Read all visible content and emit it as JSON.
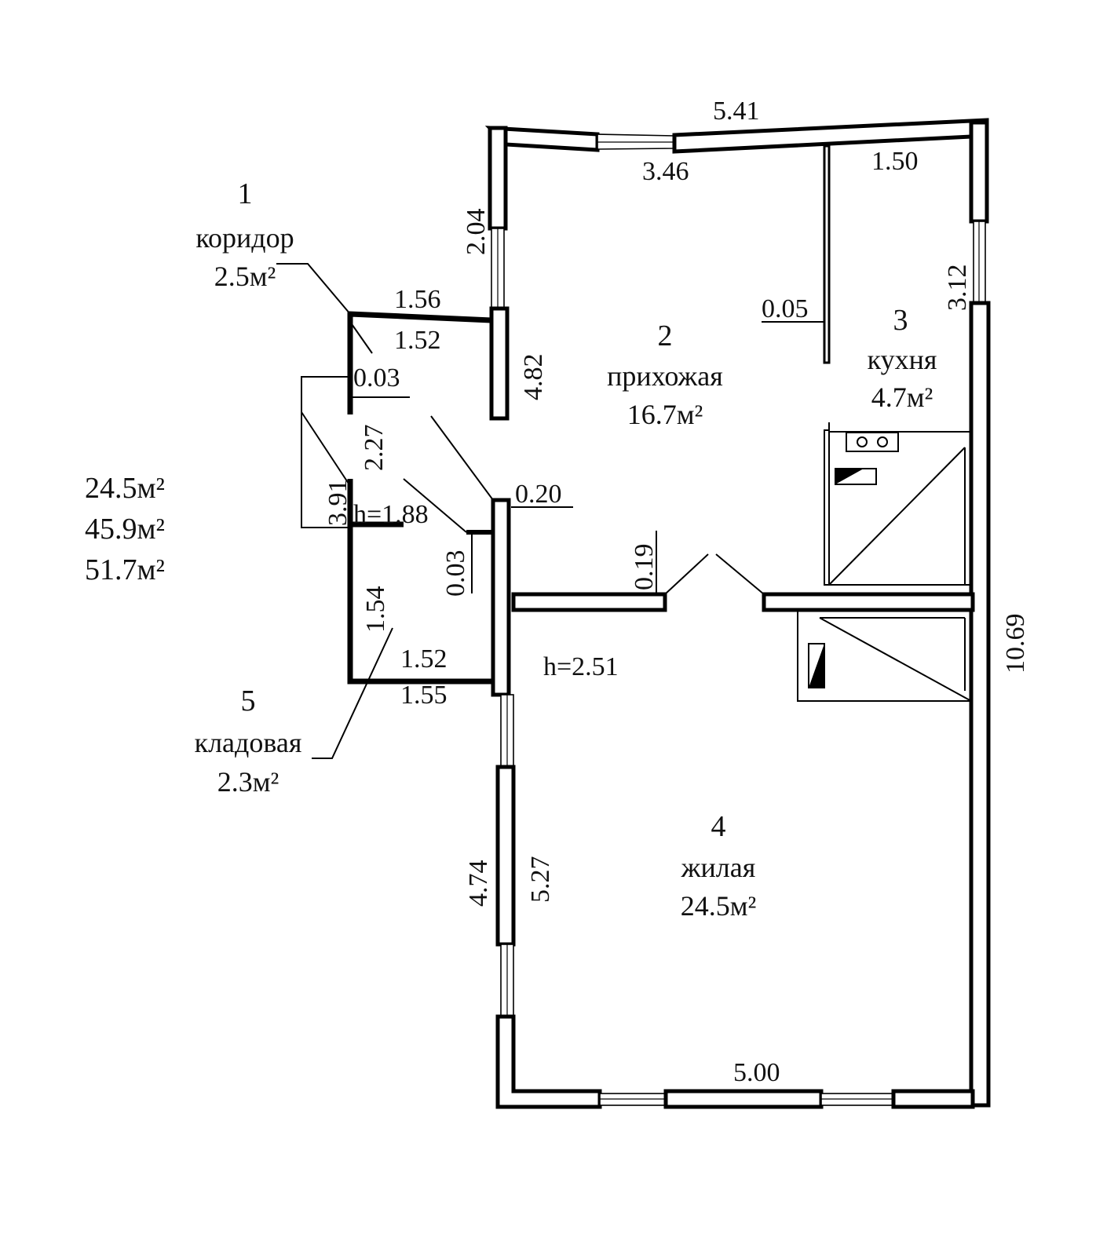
{
  "rooms": [
    {
      "num": "1",
      "name": "коридор",
      "area": "2.5м²"
    },
    {
      "num": "2",
      "name": "прихожая",
      "area": "16.7м²"
    },
    {
      "num": "3",
      "name": "кухня",
      "area": "4.7м²"
    },
    {
      "num": "4",
      "name": "жилая",
      "area": "24.5м²"
    },
    {
      "num": "5",
      "name": "кладовая",
      "area": "2.3м²"
    }
  ],
  "summary": [
    "24.5м²",
    "45.9м²",
    "51.7м²"
  ],
  "heights": [
    "h=1.88",
    "h=2.51"
  ],
  "dims": {
    "top_outer": "5.41",
    "hall_width": "3.46",
    "kitchen_width": "1.50",
    "hall_left_upper": "2.04",
    "right_upper": "3.12",
    "partition": "0.05",
    "corridor_outer": "1.56",
    "corridor_inner": "1.52",
    "hall_left": "4.82",
    "corridor_thk": "0.03",
    "corridor_len": "2.27",
    "side_outer": "3.91",
    "wall_020": "0.20",
    "wall_003b": "0.03",
    "wall_019": "0.19",
    "storage_len": "1.54",
    "storage_in": "1.52",
    "storage_out": "1.55",
    "right_outer": "10.69",
    "living_left_out": "4.74",
    "living_left_in": "5.27",
    "bottom": "5.00"
  },
  "colors": {
    "ink": "#000000",
    "paper": "#ffffff"
  },
  "icons": [
    "stove-icon",
    "sink-icon"
  ]
}
